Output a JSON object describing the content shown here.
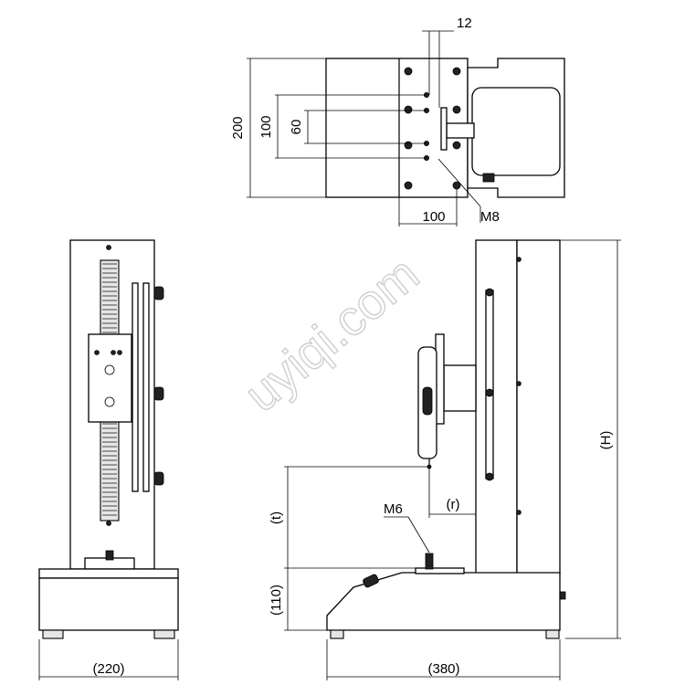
{
  "dimensions": {
    "top_offset": "12",
    "top_depth": "200",
    "top_spacing_100": "100",
    "top_spacing_60": "60",
    "top_width": "100",
    "top_thread": "M8",
    "front_width": "(220)",
    "side_thread": "M6",
    "side_reach": "(r)",
    "side_stroke": "(t)",
    "side_base_height": "(110)",
    "side_length": "(380)",
    "side_height": "(H)"
  },
  "watermark": "uyiqi.com"
}
